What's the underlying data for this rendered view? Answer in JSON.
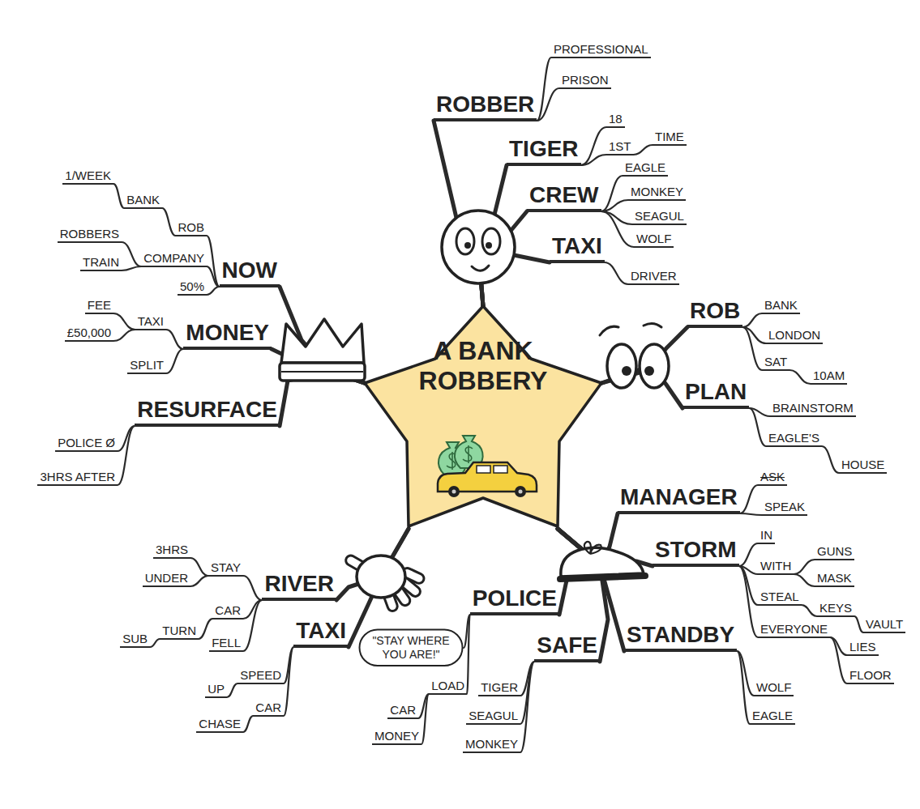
{
  "diagram": {
    "nodes": [
      {
        "text": [
          "A BANK ROBBERY"
        ]
      },
      {
        "text": [
          "ROBBER"
        ]
      },
      {
        "text": [
          "PROFESSIONAL"
        ]
      },
      {
        "text": [
          "PRISON"
        ]
      },
      {
        "text": [
          "TIGER"
        ]
      },
      {
        "text": [
          "18"
        ]
      },
      {
        "text": [
          "1ST"
        ]
      },
      {
        "text": [
          "TIME"
        ]
      },
      {
        "text": [
          "CREW"
        ]
      },
      {
        "text": [
          "EAGLE"
        ]
      },
      {
        "text": [
          "MONKEY"
        ]
      },
      {
        "text": [
          "SEAGUL"
        ]
      },
      {
        "text": [
          "WOLF"
        ]
      },
      {
        "text": [
          "TAXI"
        ]
      },
      {
        "text": [
          "DRIVER"
        ]
      },
      {
        "text": [
          "ROB"
        ]
      },
      {
        "text": [
          "BANK"
        ]
      },
      {
        "text": [
          "LONDON"
        ]
      },
      {
        "text": [
          "SAT"
        ]
      },
      {
        "text": [
          "10AM"
        ]
      },
      {
        "text": [
          "PLAN"
        ]
      },
      {
        "text": [
          "BRAINSTORM"
        ]
      },
      {
        "text": [
          "EAGLE'S"
        ]
      },
      {
        "text": [
          "HOUSE"
        ]
      },
      {
        "text": [
          "MANAGER"
        ]
      },
      {
        "text": [
          "ASK"
        ]
      },
      {
        "text": [
          "SPEAK"
        ]
      },
      {
        "text": [
          "STORM"
        ]
      },
      {
        "text": [
          "IN"
        ]
      },
      {
        "text": [
          "WITH"
        ]
      },
      {
        "text": [
          "GUNS"
        ]
      },
      {
        "text": [
          "MASK"
        ]
      },
      {
        "text": [
          "STEAL"
        ]
      },
      {
        "text": [
          "KEYS"
        ]
      },
      {
        "text": [
          "VAULT"
        ]
      },
      {
        "text": [
          "EVERYONE"
        ]
      },
      {
        "text": [
          "LIES"
        ]
      },
      {
        "text": [
          "FLOOR"
        ]
      },
      {
        "text": [
          "STANDBY"
        ]
      },
      {
        "text": [
          "WOLF"
        ]
      },
      {
        "text": [
          "EAGLE"
        ]
      },
      {
        "text": [
          "SAFE"
        ]
      },
      {
        "text": [
          "TIGER"
        ]
      },
      {
        "text": [
          "SEAGUL"
        ]
      },
      {
        "text": [
          "MONKEY"
        ]
      },
      {
        "text": [
          "POLICE"
        ]
      },
      {
        "text": [
          "\"STAY WHERE YOU ARE!\""
        ]
      },
      {
        "text": [
          "LOAD"
        ]
      },
      {
        "text": [
          "CAR"
        ]
      },
      {
        "text": [
          "MONEY"
        ]
      },
      {
        "text": [
          "TAXI"
        ]
      },
      {
        "text": [
          "SPEED"
        ]
      },
      {
        "text": [
          "UP"
        ]
      },
      {
        "text": [
          "CAR"
        ]
      },
      {
        "text": [
          "CHASE"
        ]
      },
      {
        "text": [
          "RIVER"
        ]
      },
      {
        "text": [
          "STAY"
        ]
      },
      {
        "text": [
          "3HRS"
        ]
      },
      {
        "text": [
          "UNDER"
        ]
      },
      {
        "text": [
          "CAR"
        ]
      },
      {
        "text": [
          "TURN"
        ]
      },
      {
        "text": [
          "SUB"
        ]
      },
      {
        "text": [
          "FELL"
        ]
      },
      {
        "text": [
          "RESURFACE"
        ]
      },
      {
        "text": [
          "POLICE Ø"
        ]
      },
      {
        "text": [
          "3HRS AFTER"
        ]
      },
      {
        "text": [
          "MONEY"
        ]
      },
      {
        "text": [
          "TAXI"
        ]
      },
      {
        "text": [
          "FEE"
        ]
      },
      {
        "text": [
          "£50,000"
        ]
      },
      {
        "text": [
          "SPLIT"
        ]
      },
      {
        "text": [
          "NOW"
        ]
      },
      {
        "text": [
          "ROB"
        ]
      },
      {
        "text": [
          "BANK"
        ]
      },
      {
        "text": [
          "1/WEEK"
        ]
      },
      {
        "text": [
          "COMPANY"
        ]
      },
      {
        "text": [
          "ROBBERS"
        ]
      },
      {
        "text": [
          "TRAIN"
        ]
      },
      {
        "text": [
          "50%"
        ]
      }
    ],
    "edges": [
      {
        "from": 0,
        "to": 1,
        "arrow": "none"
      },
      {
        "from": 0,
        "to": 4,
        "arrow": "none"
      },
      {
        "from": 0,
        "to": 8,
        "arrow": "none"
      },
      {
        "from": 0,
        "to": 13,
        "arrow": "none"
      },
      {
        "from": 0,
        "to": 15,
        "arrow": "none"
      },
      {
        "from": 0,
        "to": 20,
        "arrow": "none"
      },
      {
        "from": 0,
        "to": 24,
        "arrow": "none"
      },
      {
        "from": 0,
        "to": 27,
        "arrow": "none"
      },
      {
        "from": 0,
        "to": 38,
        "arrow": "none"
      },
      {
        "from": 0,
        "to": 41,
        "arrow": "none"
      },
      {
        "from": 0,
        "to": 45,
        "arrow": "none"
      },
      {
        "from": 0,
        "to": 50,
        "arrow": "none"
      },
      {
        "from": 0,
        "to": 55,
        "arrow": "none"
      },
      {
        "from": 0,
        "to": 63,
        "arrow": "none"
      },
      {
        "from": 0,
        "to": 66,
        "arrow": "none"
      },
      {
        "from": 0,
        "to": 71,
        "arrow": "none"
      },
      {
        "from": 1,
        "to": 2,
        "arrow": "none"
      },
      {
        "from": 1,
        "to": 3,
        "arrow": "none"
      },
      {
        "from": 4,
        "to": 5,
        "arrow": "none"
      },
      {
        "from": 4,
        "to": 6,
        "arrow": "none"
      },
      {
        "from": 6,
        "to": 7,
        "arrow": "none"
      },
      {
        "from": 8,
        "to": 9,
        "arrow": "none"
      },
      {
        "from": 8,
        "to": 10,
        "arrow": "none"
      },
      {
        "from": 8,
        "to": 11,
        "arrow": "none"
      },
      {
        "from": 8,
        "to": 12,
        "arrow": "none"
      },
      {
        "from": 13,
        "to": 14,
        "arrow": "none"
      },
      {
        "from": 15,
        "to": 16,
        "arrow": "none"
      },
      {
        "from": 15,
        "to": 17,
        "arrow": "none"
      },
      {
        "from": 15,
        "to": 18,
        "arrow": "none"
      },
      {
        "from": 18,
        "to": 19,
        "arrow": "none"
      },
      {
        "from": 20,
        "to": 21,
        "arrow": "none"
      },
      {
        "from": 20,
        "to": 22,
        "arrow": "none"
      },
      {
        "from": 22,
        "to": 23,
        "arrow": "none"
      },
      {
        "from": 24,
        "to": 25,
        "arrow": "none"
      },
      {
        "from": 24,
        "to": 26,
        "arrow": "none"
      },
      {
        "from": 27,
        "to": 28,
        "arrow": "none"
      },
      {
        "from": 27,
        "to": 29,
        "arrow": "none"
      },
      {
        "from": 29,
        "to": 30,
        "arrow": "none"
      },
      {
        "from": 29,
        "to": 31,
        "arrow": "none"
      },
      {
        "from": 27,
        "to": 32,
        "arrow": "none"
      },
      {
        "from": 32,
        "to": 33,
        "arrow": "none"
      },
      {
        "from": 33,
        "to": 34,
        "arrow": "none"
      },
      {
        "from": 27,
        "to": 35,
        "arrow": "none"
      },
      {
        "from": 35,
        "to": 36,
        "arrow": "none"
      },
      {
        "from": 35,
        "to": 37,
        "arrow": "none"
      },
      {
        "from": 38,
        "to": 39,
        "arrow": "none"
      },
      {
        "from": 38,
        "to": 40,
        "arrow": "none"
      },
      {
        "from": 41,
        "to": 42,
        "arrow": "none"
      },
      {
        "from": 41,
        "to": 43,
        "arrow": "none"
      },
      {
        "from": 41,
        "to": 44,
        "arrow": "none"
      },
      {
        "from": 45,
        "to": 46,
        "arrow": "none"
      },
      {
        "from": 45,
        "to": 47,
        "arrow": "none"
      },
      {
        "from": 47,
        "to": 48,
        "arrow": "none"
      },
      {
        "from": 47,
        "to": 49,
        "arrow": "none"
      },
      {
        "from": 50,
        "to": 51,
        "arrow": "none"
      },
      {
        "from": 51,
        "to": 52,
        "arrow": "none"
      },
      {
        "from": 50,
        "to": 53,
        "arrow": "none"
      },
      {
        "from": 53,
        "to": 54,
        "arrow": "none"
      },
      {
        "from": 55,
        "to": 56,
        "arrow": "none"
      },
      {
        "from": 56,
        "to": 57,
        "arrow": "none"
      },
      {
        "from": 56,
        "to": 58,
        "arrow": "none"
      },
      {
        "from": 55,
        "to": 59,
        "arrow": "none"
      },
      {
        "from": 59,
        "to": 60,
        "arrow": "none"
      },
      {
        "from": 60,
        "to": 61,
        "arrow": "none"
      },
      {
        "from": 55,
        "to": 62,
        "arrow": "none"
      },
      {
        "from": 63,
        "to": 64,
        "arrow": "none"
      },
      {
        "from": 63,
        "to": 65,
        "arrow": "none"
      },
      {
        "from": 66,
        "to": 67,
        "arrow": "none"
      },
      {
        "from": 67,
        "to": 68,
        "arrow": "none"
      },
      {
        "from": 67,
        "to": 69,
        "arrow": "none"
      },
      {
        "from": 66,
        "to": 70,
        "arrow": "none"
      },
      {
        "from": 71,
        "to": 72,
        "arrow": "none"
      },
      {
        "from": 72,
        "to": 73,
        "arrow": "none"
      },
      {
        "from": 73,
        "to": 74,
        "arrow": "none"
      },
      {
        "from": 71,
        "to": 75,
        "arrow": "none"
      },
      {
        "from": 75,
        "to": 76,
        "arrow": "none"
      },
      {
        "from": 75,
        "to": 77,
        "arrow": "none"
      },
      {
        "from": 71,
        "to": 78,
        "arrow": "none"
      }
    ]
  }
}
